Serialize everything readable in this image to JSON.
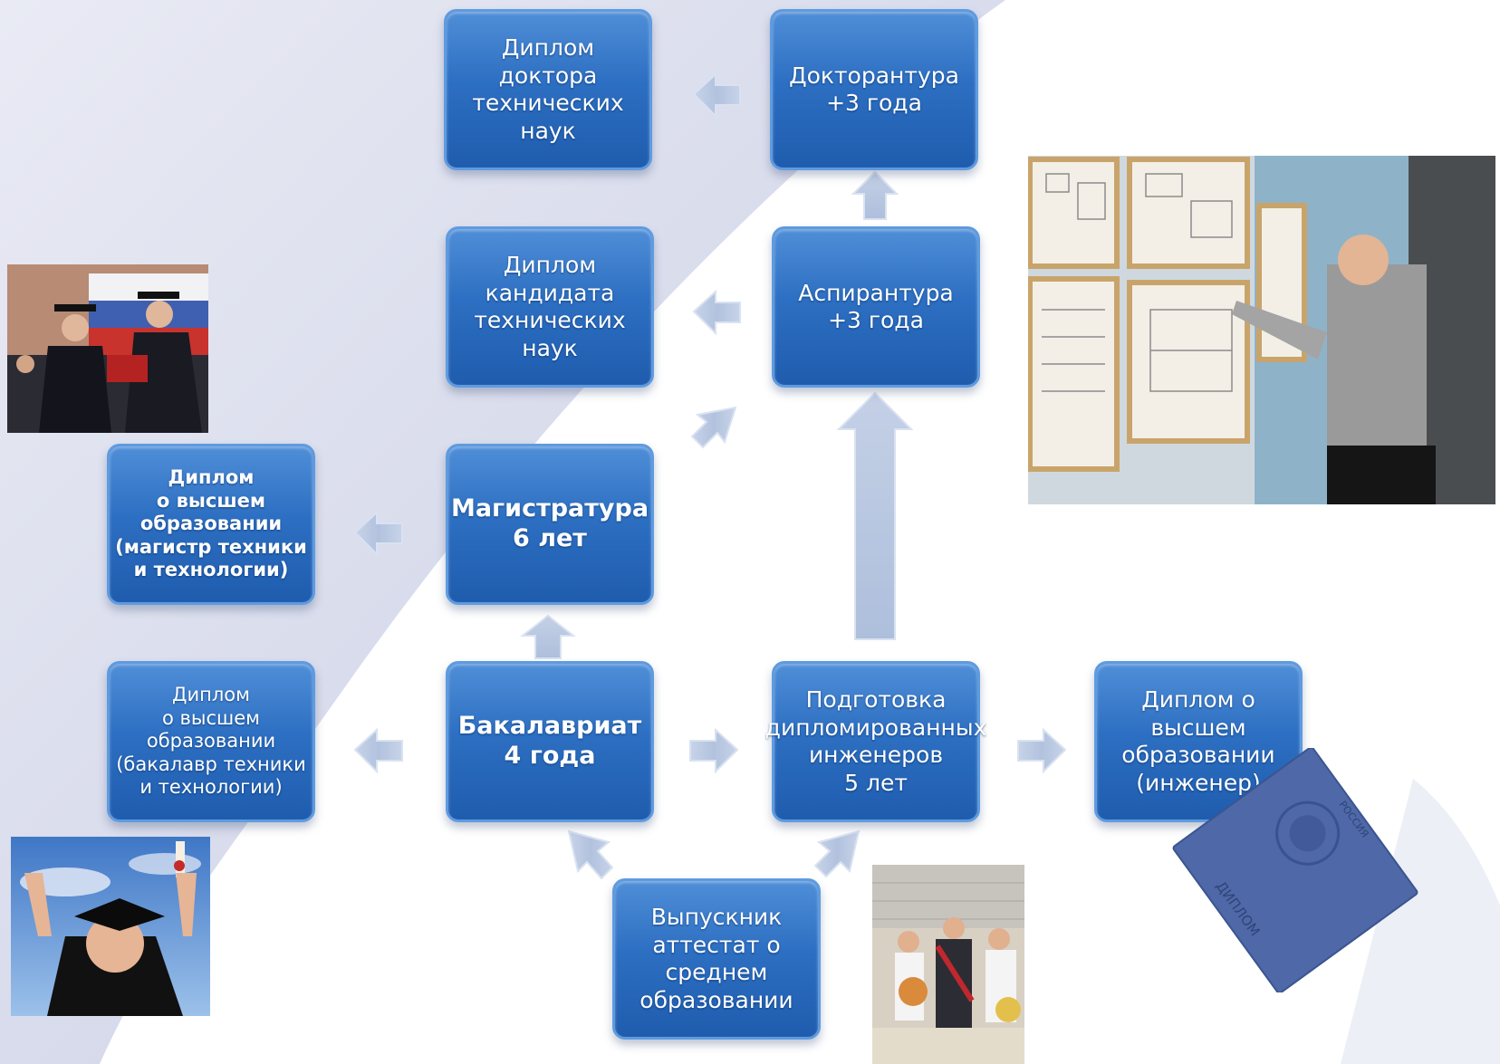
{
  "colors": {
    "box": "#2d6fc2",
    "box_border": "#5e9be0",
    "arrow": "#b7c6de",
    "background_band": "#dcdfee"
  },
  "boxes": {
    "doctor_diploma": "Диплом\nдоктора\nтехнических\nнаук",
    "doctorate": "Докторантура\n+3 года",
    "candidate_diploma": "Диплом\nкандидата\nтехнических\nнаук",
    "postgraduate": "Аспирантура\n+3 года",
    "master_diploma": "Диплом\nо высшем\nобразовании\n(магистр техники\nи технологии)",
    "master": "Магистратура\n6 лет",
    "bachelor_diploma": "Диплом\nо высшем\nобразовании\n(бакалавр техники\nи технологии)",
    "bachelor": "Бакалавриат\n4 года",
    "engineers": "Подготовка\nдипломированных\nинженеров\n5 лет",
    "engineer_diploma": "Диплом о\nвысшем\nобразовании\n(инженер)",
    "graduate": "Выпускник\nаттестат о\nсреднем\nобразовании"
  },
  "photos": {
    "ceremony": "graduation-ceremony-photo",
    "student_drawings": "student-with-technical-drawings-photo",
    "graduate_girl": "graduate-girl-photo",
    "school_graduates": "school-graduates-photo",
    "diploma_cover": "diploma-cover"
  },
  "diploma_cover": {
    "top_text": "РОССИЯ",
    "bottom_text": "ДИПЛОМ"
  }
}
